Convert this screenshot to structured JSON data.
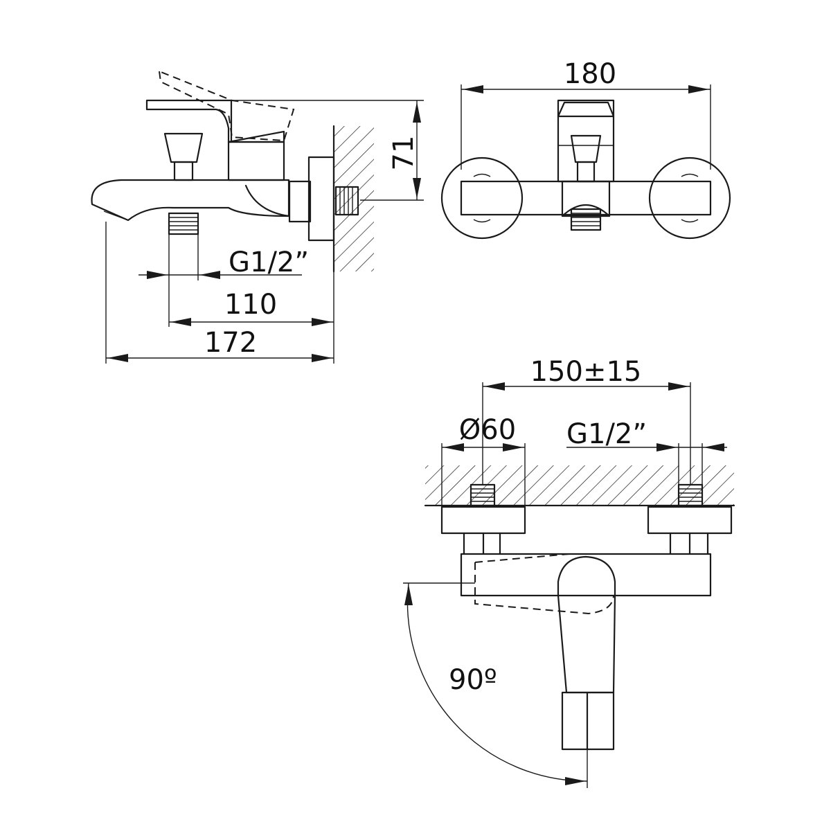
{
  "dimensions": {
    "side_thread": "G1/2”",
    "side_length_inner": "110",
    "side_length_overall": "172",
    "side_height": "71",
    "front_width": "180",
    "top_centers": "150±15",
    "top_flange_diameter": "Ø60",
    "top_thread": "G1/2”",
    "lever_rotation": "90º"
  },
  "colors": {
    "stroke": "#1a1a1a",
    "background": "#ffffff"
  }
}
